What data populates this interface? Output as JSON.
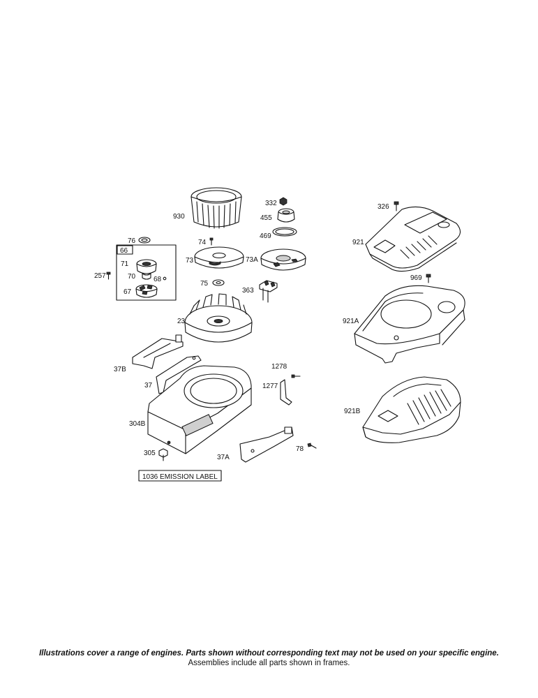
{
  "labels": {
    "p930": "930",
    "p332": "332",
    "p455": "455",
    "p469": "469",
    "p326": "326",
    "p921": "921",
    "p76": "76",
    "p74": "74",
    "p66": "66",
    "p71": "71",
    "p70": "70",
    "p68": "68",
    "p67": "67",
    "p257": "257",
    "p73": "73",
    "p73a": "73A",
    "p75": "75",
    "p363": "363",
    "p969": "969",
    "p23": "23",
    "p921a": "921A",
    "p37b": "37B",
    "p1278": "1278",
    "p37": "37",
    "p1277": "1277",
    "p921b": "921B",
    "p304b": "304B",
    "p78": "78",
    "p305": "305",
    "p37a": "37A"
  },
  "emission_label": "1036 EMISSION LABEL",
  "footer": {
    "note": "Illustrations cover a range of engines. Parts shown without corresponding text may not be used on your specific engine.",
    "sub": "Assemblies include all parts shown in frames."
  }
}
